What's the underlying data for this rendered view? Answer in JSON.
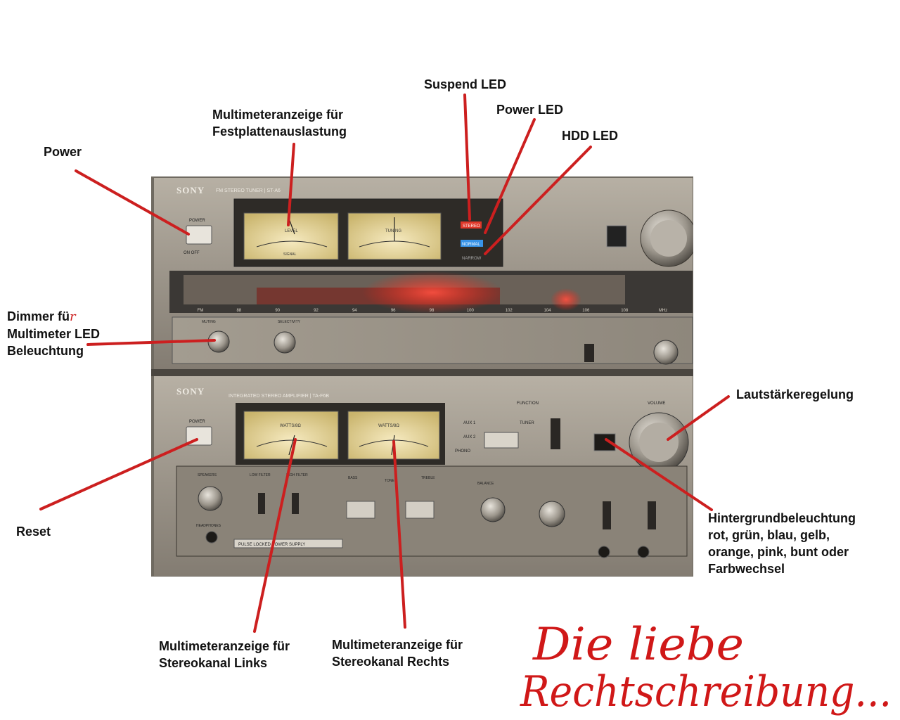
{
  "labels": {
    "power": "Power",
    "hdd_meter": "Multimeteranzeige für\nFestplattenauslastung",
    "suspend_led": "Suspend LED",
    "power_led": "Power LED",
    "hdd_led": "HDD LED",
    "dimmer_part1": "Dimmer fü",
    "dimmer_part2": "\nMultimeter LED\nBeleuchtung",
    "dimmer_correction": "r",
    "volume": "Lautstärkeregelung",
    "reset": "Reset",
    "backlight": "Hintergrundbeleuchtung\nrot, grün, blau, gelb,\norange, pink, bunt oder\nFarbwechsel",
    "meter_left": "Multimeteranzeige für\nStereokanal Links",
    "meter_right": "Multimeteranzeige für\nStereokanal Rechts"
  },
  "handwritten": {
    "line1": "Die liebe",
    "line2": "Rechtschreibung..."
  },
  "device": {
    "brand": "SONY",
    "tuner_model": "FM STEREO TUNER | ST-A6",
    "amp_model": "INTEGRATED STEREO AMPLIFIER | TA-F6B",
    "power_label": "POWER",
    "power_onoff": "ON  OFF",
    "stereo_led": "STEREO",
    "normal_led": "NORMAL",
    "narrow_led": "NARROW",
    "level_meter": "LEVEL",
    "signal_meter": "SIGNAL",
    "tuning_meter": "TUNING",
    "watts_meter": "WATTS/8Ω",
    "fm_scale": [
      "FM",
      "88",
      "90",
      "92",
      "94",
      "96",
      "98",
      "100",
      "102",
      "104",
      "106",
      "108",
      "MHz"
    ],
    "muting": "MUTING",
    "selectivity": "SELECTIVITY",
    "function": "FUNCTION",
    "aux1": "AUX 1",
    "aux2": "AUX 2",
    "phono": "PHONO",
    "tuner": "TUNER",
    "speakers": "SPEAKERS",
    "low_filter": "LOW FILTER",
    "high_filter": "HIGH FILTER",
    "bass": "BASS",
    "tone": "TONE",
    "treble": "TREBLE",
    "balance": "BALANCE",
    "headphones": "HEADPHONES",
    "power_supply": "PULSE LOCKED POWER SUPPLY",
    "volume_label": "VOLUME"
  },
  "colors": {
    "arrow": "#cc1f1f",
    "handwriting": "#d01818",
    "stereo_led": "#ff3a2a",
    "normal_led": "#3aa0ff",
    "meter_face": "#e9d7a0"
  }
}
